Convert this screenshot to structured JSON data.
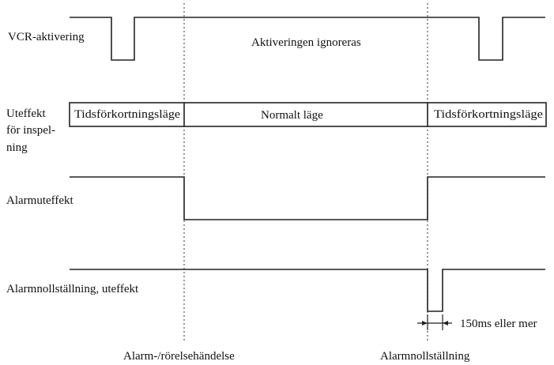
{
  "signals": [
    {
      "id": "vcr",
      "label": "VCR-aktivering"
    },
    {
      "id": "rec",
      "label_lines": [
        "Uteffekt",
        "för inspel-",
        "ning"
      ]
    },
    {
      "id": "alarm",
      "label": "Alarmuteffekt"
    },
    {
      "id": "reset",
      "label": "Alarmnollställning, uteffekt"
    }
  ],
  "annotations": {
    "ignored": "Aktiveringen ignoreras",
    "mode_left": "Tidsförkortningsläge",
    "mode_mid": "Normalt läge",
    "mode_right": "Tidsförkortningsläge",
    "pulse_width": "150ms eller mer"
  },
  "events": {
    "alarm_event": "Alarm-/rörelsehändelse",
    "alarm_reset": "Alarmnollställning"
  }
}
